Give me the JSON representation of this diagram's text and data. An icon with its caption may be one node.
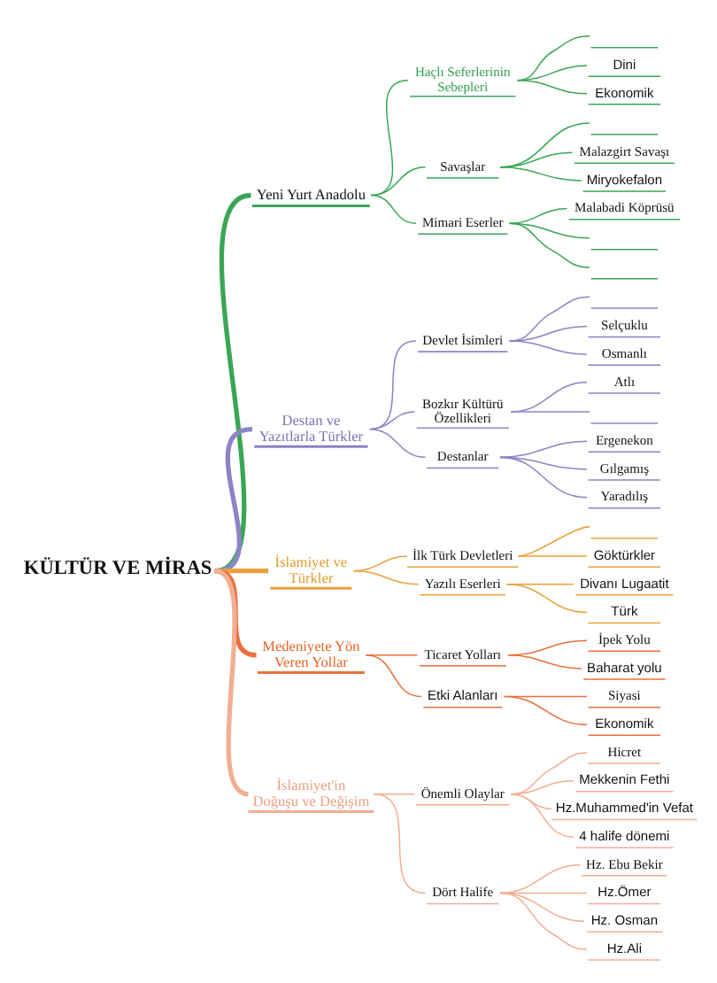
{
  "diagram": {
    "nodes": [
      {
        "text": [
          "KÜLTÜR VE MİRAS"
        ]
      },
      {
        "text": [
          "Yeni Yurt Anadolu"
        ]
      },
      {
        "text": [
          "Haçlı Seferlerinin Sebepleri"
        ]
      },
      {
        "text": [],
        "shape": "line"
      },
      {
        "text": [
          "Dini"
        ]
      },
      {
        "text": [
          "Ekonomik"
        ]
      },
      {
        "text": [
          "Savaşlar"
        ]
      },
      {
        "text": [],
        "shape": "line"
      },
      {
        "text": [
          "Malazgirt Savaşı"
        ]
      },
      {
        "text": [
          "Miryokefalon"
        ]
      },
      {
        "text": [
          "Mimari Eserler"
        ]
      },
      {
        "text": [
          "Malabadi Köprüsü"
        ]
      },
      {
        "text": [],
        "shape": "line"
      },
      {
        "text": [],
        "shape": "line"
      },
      {
        "text": [
          "Destan ve Yazıtlarla Türkler"
        ]
      },
      {
        "text": [
          "Devlet İsimleri"
        ]
      },
      {
        "text": [],
        "shape": "line"
      },
      {
        "text": [
          "Selçuklu"
        ]
      },
      {
        "text": [
          "Osmanlı"
        ]
      },
      {
        "text": [
          "Bozkır Kültürü Özellikleri"
        ]
      },
      {
        "text": [
          "Atlı"
        ]
      },
      {
        "text": [],
        "shape": "line"
      },
      {
        "text": [
          "Destanlar"
        ]
      },
      {
        "text": [
          "Ergenekon"
        ]
      },
      {
        "text": [
          "Gılgamış"
        ]
      },
      {
        "text": [
          "Yaradılış"
        ]
      },
      {
        "text": [
          "İslamiyet ve Türkler"
        ]
      },
      {
        "text": [
          "İlk Türk Devletleri"
        ]
      },
      {
        "text": [],
        "shape": "line"
      },
      {
        "text": [
          "Göktürkler"
        ]
      },
      {
        "text": [
          "Yazılı Eserleri"
        ]
      },
      {
        "text": [
          "Divanı Lugaatit"
        ]
      },
      {
        "text": [
          "Türk"
        ]
      },
      {
        "text": [
          "Medeniyete Yön Veren Yollar"
        ]
      },
      {
        "text": [
          "Ticaret Yolları"
        ]
      },
      {
        "text": [
          "İpek Yolu"
        ]
      },
      {
        "text": [
          "Baharat yolu"
        ]
      },
      {
        "text": [
          "Etki Alanları"
        ]
      },
      {
        "text": [
          "Siyasi"
        ]
      },
      {
        "text": [
          "Ekonomik"
        ]
      },
      {
        "text": [
          "İslamiyet'in Doğuşu ve Değişim"
        ]
      },
      {
        "text": [
          "Önemli Olaylar"
        ]
      },
      {
        "text": [
          "Hicret"
        ]
      },
      {
        "text": [
          "Mekkenin Fethi"
        ]
      },
      {
        "text": [
          "Hz.Muhammed'in Vefat"
        ]
      },
      {
        "text": [
          "4 halife dönemi"
        ]
      },
      {
        "text": [
          "Dört Halife"
        ]
      },
      {
        "text": [
          "Hz. Ebu Bekir"
        ]
      },
      {
        "text": [
          "Hz.Ömer"
        ]
      },
      {
        "text": [
          "Hz. Osman"
        ]
      },
      {
        "text": [
          "Hz.Ali"
        ]
      }
    ],
    "edges": [
      {
        "from": 0,
        "to": 1,
        "arrow": "none",
        "style": "thick",
        "color": "#3aa655"
      },
      {
        "from": 1,
        "to": 2,
        "arrow": "none",
        "color": "#3aa655"
      },
      {
        "from": 2,
        "to": 3,
        "arrow": "none",
        "color": "#3aa655"
      },
      {
        "from": 2,
        "to": 4,
        "arrow": "none",
        "color": "#3aa655"
      },
      {
        "from": 2,
        "to": 5,
        "arrow": "none",
        "color": "#3aa655"
      },
      {
        "from": 1,
        "to": 6,
        "arrow": "none",
        "color": "#3aa655"
      },
      {
        "from": 6,
        "to": 7,
        "arrow": "none",
        "color": "#3aa655"
      },
      {
        "from": 6,
        "to": 8,
        "arrow": "none",
        "color": "#3aa655"
      },
      {
        "from": 6,
        "to": 9,
        "arrow": "none",
        "color": "#3aa655"
      },
      {
        "from": 1,
        "to": 10,
        "arrow": "none",
        "color": "#3aa655"
      },
      {
        "from": 10,
        "to": 11,
        "arrow": "none",
        "color": "#3aa655"
      },
      {
        "from": 10,
        "to": 12,
        "arrow": "none",
        "color": "#3aa655"
      },
      {
        "from": 10,
        "to": 13,
        "arrow": "none",
        "color": "#3aa655"
      },
      {
        "from": 0,
        "to": 14,
        "arrow": "none",
        "style": "thick",
        "color": "#8c84c4"
      },
      {
        "from": 14,
        "to": 15,
        "arrow": "none",
        "color": "#8c84c4"
      },
      {
        "from": 15,
        "to": 16,
        "arrow": "none",
        "color": "#8c84c4"
      },
      {
        "from": 15,
        "to": 17,
        "arrow": "none",
        "color": "#8c84c4"
      },
      {
        "from": 15,
        "to": 18,
        "arrow": "none",
        "color": "#8c84c4"
      },
      {
        "from": 14,
        "to": 19,
        "arrow": "none",
        "color": "#8c84c4"
      },
      {
        "from": 19,
        "to": 20,
        "arrow": "none",
        "color": "#8c84c4"
      },
      {
        "from": 19,
        "to": 21,
        "arrow": "none",
        "color": "#8c84c4"
      },
      {
        "from": 14,
        "to": 22,
        "arrow": "none",
        "color": "#8c84c4"
      },
      {
        "from": 22,
        "to": 23,
        "arrow": "none",
        "color": "#8c84c4"
      },
      {
        "from": 22,
        "to": 24,
        "arrow": "none",
        "color": "#8c84c4"
      },
      {
        "from": 22,
        "to": 25,
        "arrow": "none",
        "color": "#8c84c4"
      },
      {
        "from": 0,
        "to": 26,
        "arrow": "none",
        "style": "thick",
        "color": "#e9a13b"
      },
      {
        "from": 26,
        "to": 27,
        "arrow": "none",
        "color": "#e9a13b"
      },
      {
        "from": 27,
        "to": 28,
        "arrow": "none",
        "color": "#e9a13b"
      },
      {
        "from": 27,
        "to": 29,
        "arrow": "none",
        "color": "#e9a13b"
      },
      {
        "from": 26,
        "to": 30,
        "arrow": "none",
        "color": "#e9a13b"
      },
      {
        "from": 30,
        "to": 31,
        "arrow": "none",
        "color": "#e9a13b"
      },
      {
        "from": 30,
        "to": 32,
        "arrow": "none",
        "color": "#e9a13b"
      },
      {
        "from": 0,
        "to": 33,
        "arrow": "none",
        "style": "thick",
        "color": "#e8703a"
      },
      {
        "from": 33,
        "to": 34,
        "arrow": "none",
        "color": "#e8703a"
      },
      {
        "from": 34,
        "to": 35,
        "arrow": "none",
        "color": "#e8703a"
      },
      {
        "from": 34,
        "to": 36,
        "arrow": "none",
        "color": "#e8703a"
      },
      {
        "from": 33,
        "to": 37,
        "arrow": "none",
        "color": "#e8703a"
      },
      {
        "from": 37,
        "to": 38,
        "arrow": "none",
        "color": "#e8703a"
      },
      {
        "from": 37,
        "to": 39,
        "arrow": "none",
        "color": "#e8703a"
      },
      {
        "from": 0,
        "to": 40,
        "arrow": "none",
        "style": "thick",
        "color": "#f2ae92"
      },
      {
        "from": 40,
        "to": 41,
        "arrow": "none",
        "color": "#f2ae92"
      },
      {
        "from": 41,
        "to": 42,
        "arrow": "none",
        "color": "#f2ae92"
      },
      {
        "from": 41,
        "to": 43,
        "arrow": "none",
        "color": "#f2ae92"
      },
      {
        "from": 41,
        "to": 44,
        "arrow": "none",
        "color": "#f2ae92"
      },
      {
        "from": 41,
        "to": 45,
        "arrow": "none",
        "color": "#f2ae92"
      },
      {
        "from": 40,
        "to": 46,
        "arrow": "none",
        "color": "#f2ae92"
      },
      {
        "from": 46,
        "to": 47,
        "arrow": "none",
        "color": "#f2ae92"
      },
      {
        "from": 46,
        "to": 48,
        "arrow": "none",
        "color": "#f2ae92"
      },
      {
        "from": 46,
        "to": 49,
        "arrow": "none",
        "color": "#f2ae92"
      },
      {
        "from": 46,
        "to": 50,
        "arrow": "none",
        "color": "#f2ae92"
      }
    ]
  }
}
